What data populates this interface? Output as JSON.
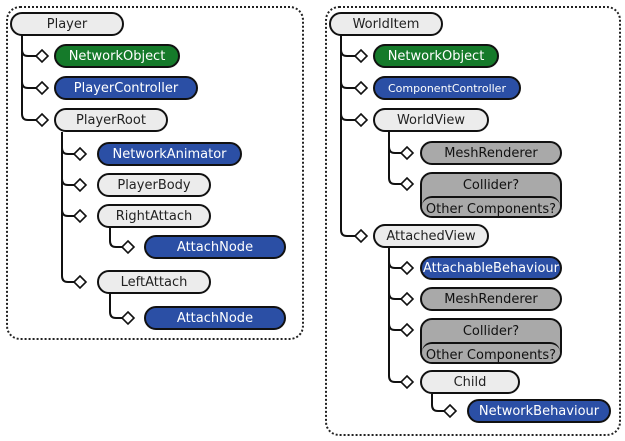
{
  "left_tree": {
    "root": "Player",
    "network_object": "NetworkObject",
    "player_controller": "PlayerController",
    "player_root": "PlayerRoot",
    "network_animator": "NetworkAnimator",
    "player_body": "PlayerBody",
    "right_attach": "RightAttach",
    "right_attach_node": "AttachNode",
    "left_attach": "LeftAttach",
    "left_attach_node": "AttachNode"
  },
  "right_tree": {
    "root": "WorldItem",
    "network_object": "NetworkObject",
    "component_controller": "ComponentController",
    "world_view": "WorldView",
    "world_mesh_renderer": "MeshRenderer",
    "world_collider": "Collider?",
    "world_other": "Other Components?",
    "attached_view": "AttachedView",
    "attachable_behaviour": "AttachableBehaviour",
    "attached_mesh_renderer": "MeshRenderer",
    "attached_collider": "Collider?",
    "attached_other": "Other Components?",
    "child": "Child",
    "network_behaviour": "NetworkBehaviour"
  },
  "colors": {
    "green": "#157a2a",
    "blue": "#2b4fa5",
    "gray": "#a9a9a9",
    "light": "#ececec"
  }
}
